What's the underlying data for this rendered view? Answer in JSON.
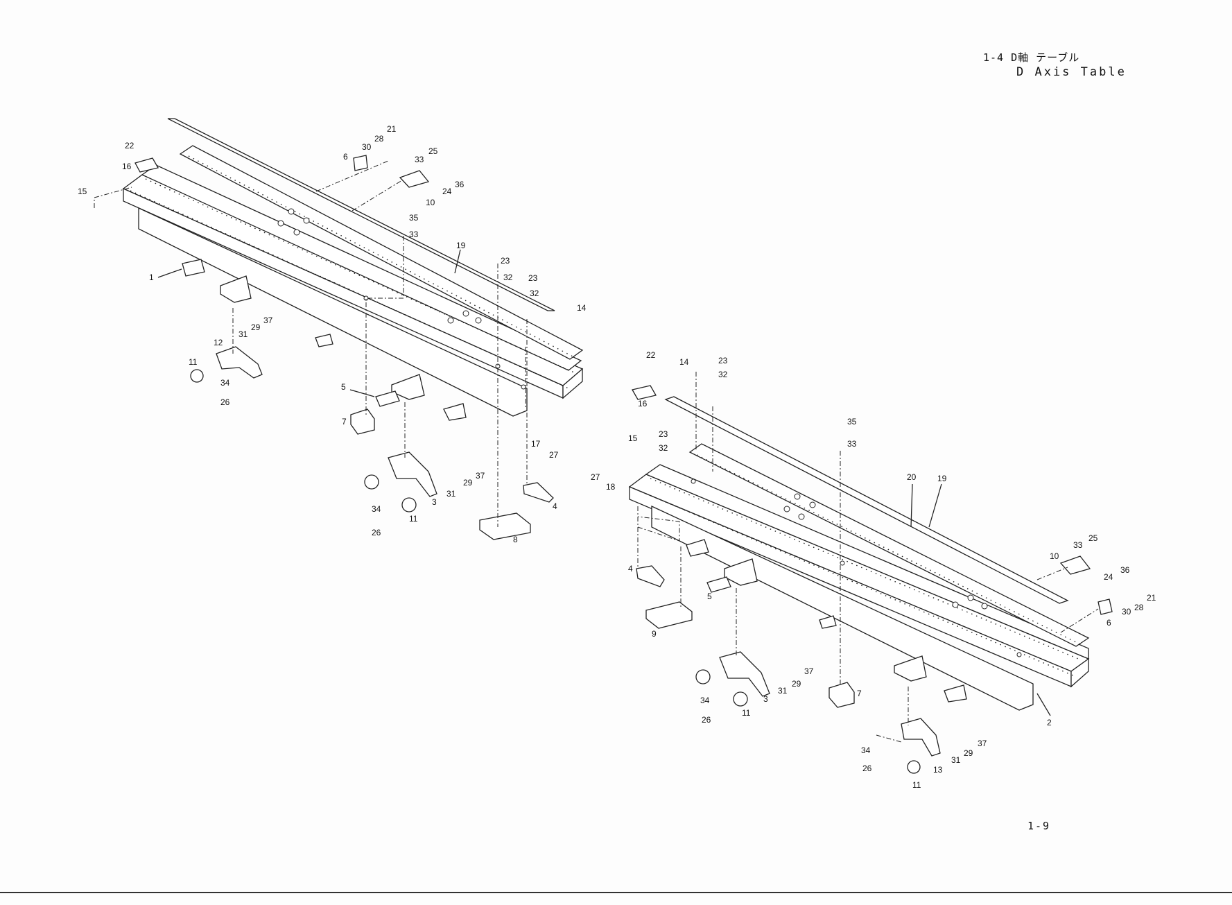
{
  "header": {
    "section_jp": "1-4 D軸 テーブル",
    "section_en": "D Axis Table"
  },
  "footer": {
    "page_number": "1-9"
  },
  "assembly_left": {
    "part_labels": [
      "1",
      "3",
      "4",
      "5",
      "6",
      "7",
      "8",
      "10",
      "11",
      "11",
      "12",
      "14",
      "15",
      "16",
      "17",
      "19",
      "21",
      "22",
      "23",
      "23",
      "24",
      "25",
      "26",
      "26",
      "27",
      "28",
      "29",
      "29",
      "30",
      "31",
      "31",
      "32",
      "32",
      "33",
      "33",
      "34",
      "34",
      "35",
      "36",
      "37",
      "37"
    ]
  },
  "assembly_right": {
    "part_labels": [
      "2",
      "3",
      "4",
      "5",
      "6",
      "7",
      "9",
      "10",
      "11",
      "11",
      "13",
      "14",
      "15",
      "16",
      "18",
      "19",
      "20",
      "21",
      "22",
      "23",
      "23",
      "24",
      "25",
      "26",
      "26",
      "27",
      "28",
      "29",
      "29",
      "30",
      "31",
      "31",
      "32",
      "32",
      "33",
      "33",
      "34",
      "34",
      "35",
      "36",
      "37",
      "37"
    ]
  }
}
